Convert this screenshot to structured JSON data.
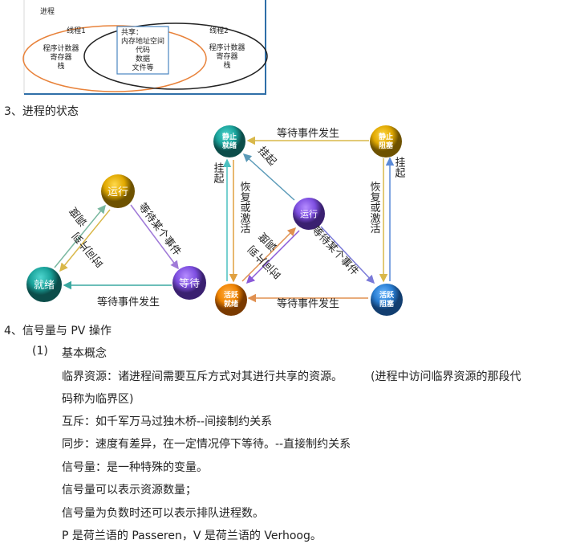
{
  "venn": {
    "process_label": "进程",
    "thread1": {
      "title": "线程1",
      "lines": [
        "程序计数器",
        "寄存器",
        "栈"
      ]
    },
    "thread2": {
      "title": "线程2",
      "lines": [
        "程序计数器",
        "寄存器",
        "栈"
      ]
    },
    "shared": {
      "title": "共享：",
      "lines": [
        "内存地址空间",
        "代码",
        "数据",
        "文件等"
      ]
    }
  },
  "section3_title": "3、进程的状态",
  "three_state": {
    "nodes": {
      "running": "运行",
      "ready": "就绪",
      "waiting": "等待"
    },
    "edges": {
      "schedule": "调度",
      "timeslice": "时间片到",
      "wait_event": "等待某个事件",
      "event_occurs": "等待事件发生"
    }
  },
  "five_state": {
    "nodes": {
      "static_ready": [
        "静止",
        "就绪"
      ],
      "static_blocked": [
        "静止",
        "阻塞"
      ],
      "running": "运行",
      "active_ready": [
        "活跃",
        "就绪"
      ],
      "active_blocked": [
        "活跃",
        "阻塞"
      ]
    },
    "edges": {
      "top_event": "等待事件发生",
      "bottom_event": "等待事件发生",
      "suspend_left": "挂起",
      "suspend_diag": "挂起",
      "suspend_right": "挂起",
      "resume_left": "恢复或激活",
      "resume_right": "恢复或激活",
      "schedule": "调度",
      "timeslice": "时间片到",
      "wait_event": "等待某个事件"
    }
  },
  "section4_title": "4、信号量与 PV 操作",
  "subsection": {
    "number": "(1)",
    "title": "基本概念"
  },
  "paragraphs": [
    "临界资源：诸进程间需要互斥方式对其进行共享的资源。",
    "(进程中访问临界资源的那段代",
    "码称为临界区)",
    "互斥：如千军万马过独木桥--间接制约关系",
    "同步：速度有差异，在一定情况停下等待。--直接制约关系",
    "信号量：是一种特殊的变量。",
    "信号量可以表示资源数量；",
    "信号量为负数时还可以表示排队进程数。",
    "P 是荷兰语的 Passeren，V 是荷兰语的 Verhoog。"
  ]
}
